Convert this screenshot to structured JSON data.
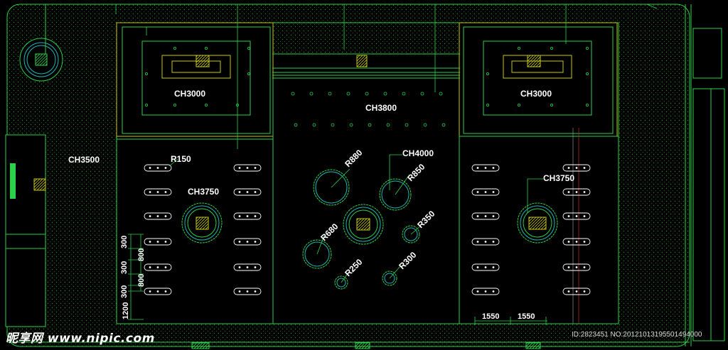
{
  "drawing": {
    "colors": {
      "background": "#000000",
      "outline": "#2bd14a",
      "accent": "#1fb6b6",
      "yellow": "#c8c800",
      "hatch": "#1a6a1a"
    },
    "ceiling_labels": {
      "left_room": "CH3000",
      "right_room": "CH3000",
      "corridor": "CH3800",
      "left_area": "CH3500",
      "left_hall": "CH3750",
      "right_hall": "CH3750",
      "center_circle": "CH4000"
    },
    "radius_labels": {
      "r880": "R880",
      "r850": "R850",
      "r680": "R680",
      "r350": "R350",
      "r300": "R300",
      "r250": "R250",
      "r150": "R150"
    },
    "dimension_labels": {
      "d300a": "300",
      "d300b": "300",
      "d300c": "300",
      "d800a": "800",
      "d800b": "800",
      "d1200": "1200",
      "d1550a": "1550",
      "d1550b": "1550"
    }
  },
  "watermark": {
    "site": "昵享网 www.nipic.com",
    "id_text": "ID:2823451 NO:20121013195501494000"
  }
}
